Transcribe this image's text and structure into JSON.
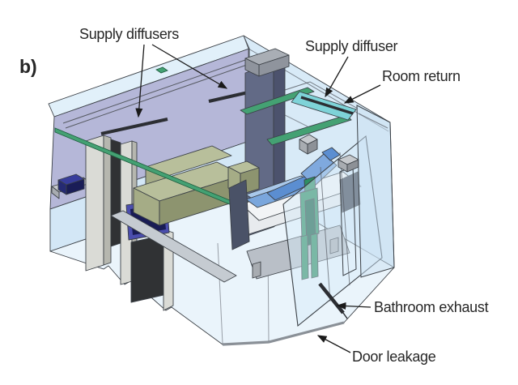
{
  "figure": {
    "panel_label": "b)",
    "labels": {
      "supply_diffusers": "Supply diffusers",
      "supply_diffuser": "Supply diffuser",
      "room_return": "Room return",
      "bathroom_exhaust": "Bathroom exhaust",
      "door_leakage": "Door leakage"
    }
  },
  "colors": {
    "outline": "#3b4046",
    "line_thin": "#565a62",
    "text": "#262626",
    "arrow": "#1a1a1a",
    "lavender_wall": "#b5b7d8",
    "wall_blue": "#d3e7f6",
    "top_band": "#e1f0fa",
    "right_volume": "#d8eaf7",
    "floor": "#eaf4fb",
    "floor_edge": "#8a9097",
    "right_wall": "#c9e0f2",
    "glass": "#d6ebf9",
    "green": "#44a173",
    "green_dark": "#1d5c3e",
    "figure_green": "#2f8f63",
    "figure_green_dark": "#186148",
    "cyan": "#7ed3d8",
    "slot_dark": "#2c2e33",
    "olive_top": "#b8bf9b",
    "olive_front": "#a5ac86",
    "olive_side": "#8d946f",
    "navy_top": "#383d9c",
    "navy_front": "#252a73",
    "navy_side": "#1a1d57",
    "tv_frame": "#4b4eae",
    "tv_screen": "#191c55",
    "slate_front": "#626a86",
    "slate_side": "#4c526d",
    "cap_top": "#a9aeb5",
    "cap_side": "#8f949d",
    "col_front": "#dadbd6",
    "col_side": "#b6b7af",
    "dark_opening": "#303234",
    "bed_side": "#e8ebee",
    "bed_deck": "#f2f4f6",
    "bed_base": "#b9bfc7",
    "bed_foot": "#4a5267",
    "bed_dark": "#3d4452",
    "mattress": "#7aa6dc",
    "mattress_hi": "#a9c8ea",
    "patient": "#5b8ed1",
    "patient_hi": "#7fa9de",
    "box_top": "#c6c9cd",
    "box_front": "#a8acb1",
    "box_side": "#8d9197",
    "band_gray": "#c5cbd1"
  }
}
